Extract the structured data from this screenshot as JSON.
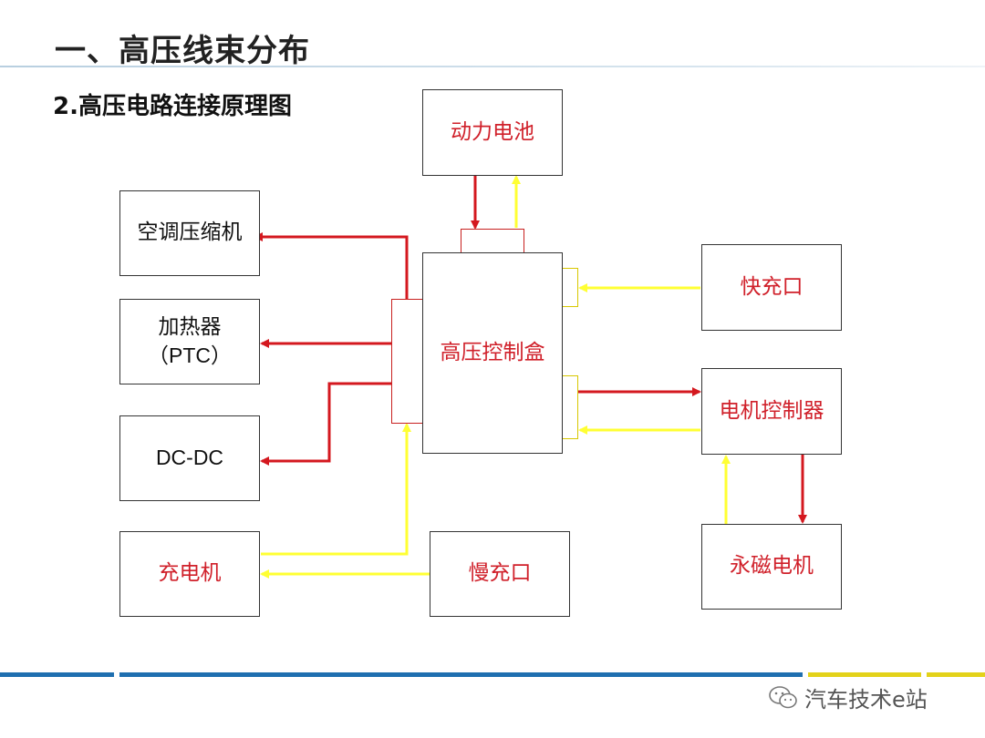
{
  "header": {
    "title": "一、高压线束分布",
    "subtitle": "2.高压电路连接原理图"
  },
  "nodes": {
    "battery": "动力电池",
    "hv_box": "高压控制盒",
    "ac_compressor": "空调压缩机",
    "heater_line1": "加热器",
    "heater_line2": "（PTC）",
    "dcdc": "DC-DC",
    "charger": "充电机",
    "slow_charge": "慢充口",
    "fast_charge": "快充口",
    "motor_controller": "电机控制器",
    "pm_motor": "永磁电机"
  },
  "watermark": {
    "text": "汽车技术e站",
    "icon": "wechat-icon"
  },
  "colors": {
    "red_wire": "#d4181f",
    "yellow_wire": "#ffff33",
    "red_text": "#d0202a",
    "bar_blue": "#1f6fb0",
    "bar_yellow": "#e3d21a"
  }
}
